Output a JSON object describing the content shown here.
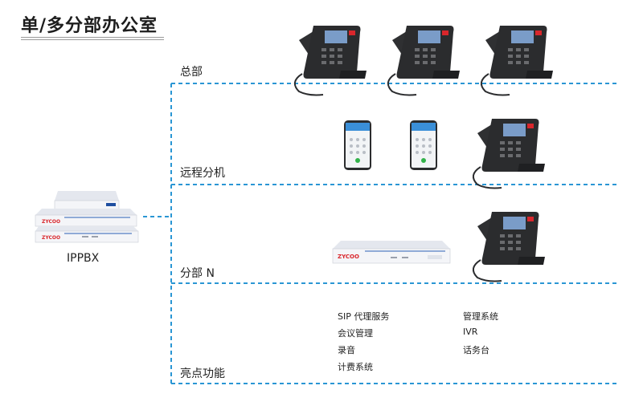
{
  "header": {
    "title": "单/多分部办公室"
  },
  "pbx": {
    "label": "IPPBX",
    "logo_text": "ZYCOO"
  },
  "sections": {
    "hq": {
      "label": "总部"
    },
    "remote": {
      "label": "远程分机"
    },
    "branch": {
      "label": "分部 N",
      "device_logo": "ZYCOO"
    },
    "features": {
      "label": "亮点功能",
      "left": [
        "SIP 代理服务",
        "会议管理",
        "录音",
        "计费系统"
      ],
      "right": [
        "管理系统",
        "IVR",
        "话务台"
      ]
    }
  },
  "colors": {
    "dashed_line": "#2a96d4",
    "device_body": "#f4f5f8",
    "phone_body": "#2b2c2e",
    "logo_red": "#d9262c",
    "logo_blue": "#1f4fa0"
  }
}
